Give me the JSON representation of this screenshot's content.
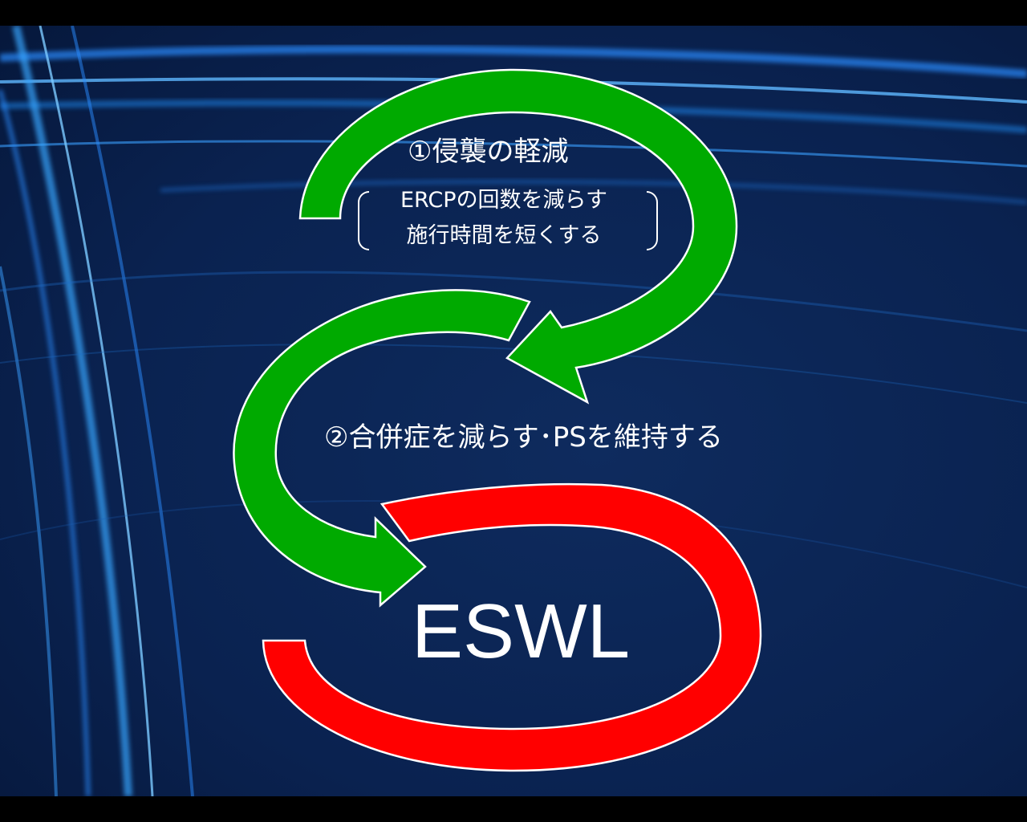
{
  "slide": {
    "step1": {
      "title": "①侵襲の軽減",
      "details": [
        "ERCPの回数を減らす",
        "施行時間を短くする"
      ]
    },
    "step2": {
      "title": "②合併症を減らす･PSを維持する"
    },
    "center": {
      "label": "ESWL"
    }
  },
  "colors": {
    "background": "#0a2456",
    "arrow_green": "#00aa00",
    "arrow_red": "#ff0000",
    "arrow_outline": "#ffffff",
    "text": "#ffffff"
  }
}
